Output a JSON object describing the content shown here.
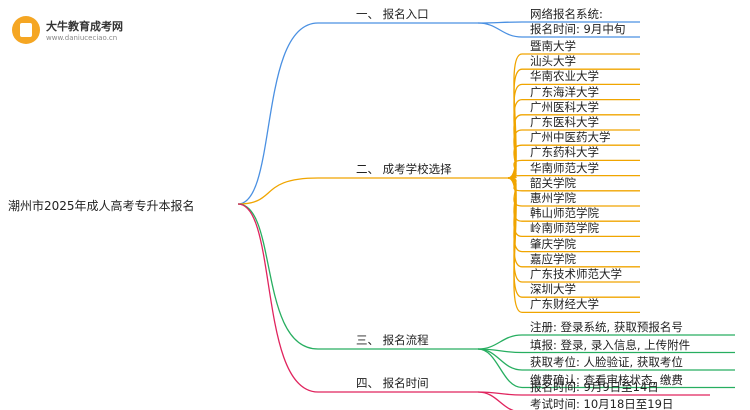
{
  "logo": {
    "title": "大牛教育成考网",
    "url": "www.daniuceciao.cn"
  },
  "root": "潮州市2025年成人高考专升本报名",
  "colors": {
    "branch1": "#4a90e2",
    "branch2": "#f0a500",
    "branch3": "#27ae60",
    "branch4": "#e0245e"
  },
  "branches": [
    {
      "label": "一、 报名入口",
      "color": "#4a90e2",
      "leaves": [
        "网络报名系统:",
        "报名时间: 9月中旬"
      ]
    },
    {
      "label": "二、 成考学校选择",
      "color": "#f0a500",
      "leaves": [
        "暨南大学",
        "汕头大学",
        "华南农业大学",
        "广东海洋大学",
        "广州医科大学",
        "广东医科大学",
        "广州中医药大学",
        "广东药科大学",
        "华南师范大学",
        "韶关学院",
        "惠州学院",
        "韩山师范学院",
        "岭南师范学院",
        "肇庆学院",
        "嘉应学院",
        "广东技术师范大学",
        "深圳大学",
        "广东财经大学"
      ]
    },
    {
      "label": "三、 报名流程",
      "color": "#27ae60",
      "leaves": [
        "注册: 登录系统, 获取预报名号",
        "填报: 登录, 录入信息, 上传附件",
        "获取考位: 人脸验证, 获取考位",
        "缴费确认: 查看审核状态, 缴费"
      ]
    },
    {
      "label": "四、 报名时间",
      "color": "#e0245e",
      "leaves": [
        "报名时间: 9月9日至14日",
        "考试时间: 10月18日至19日"
      ]
    }
  ]
}
